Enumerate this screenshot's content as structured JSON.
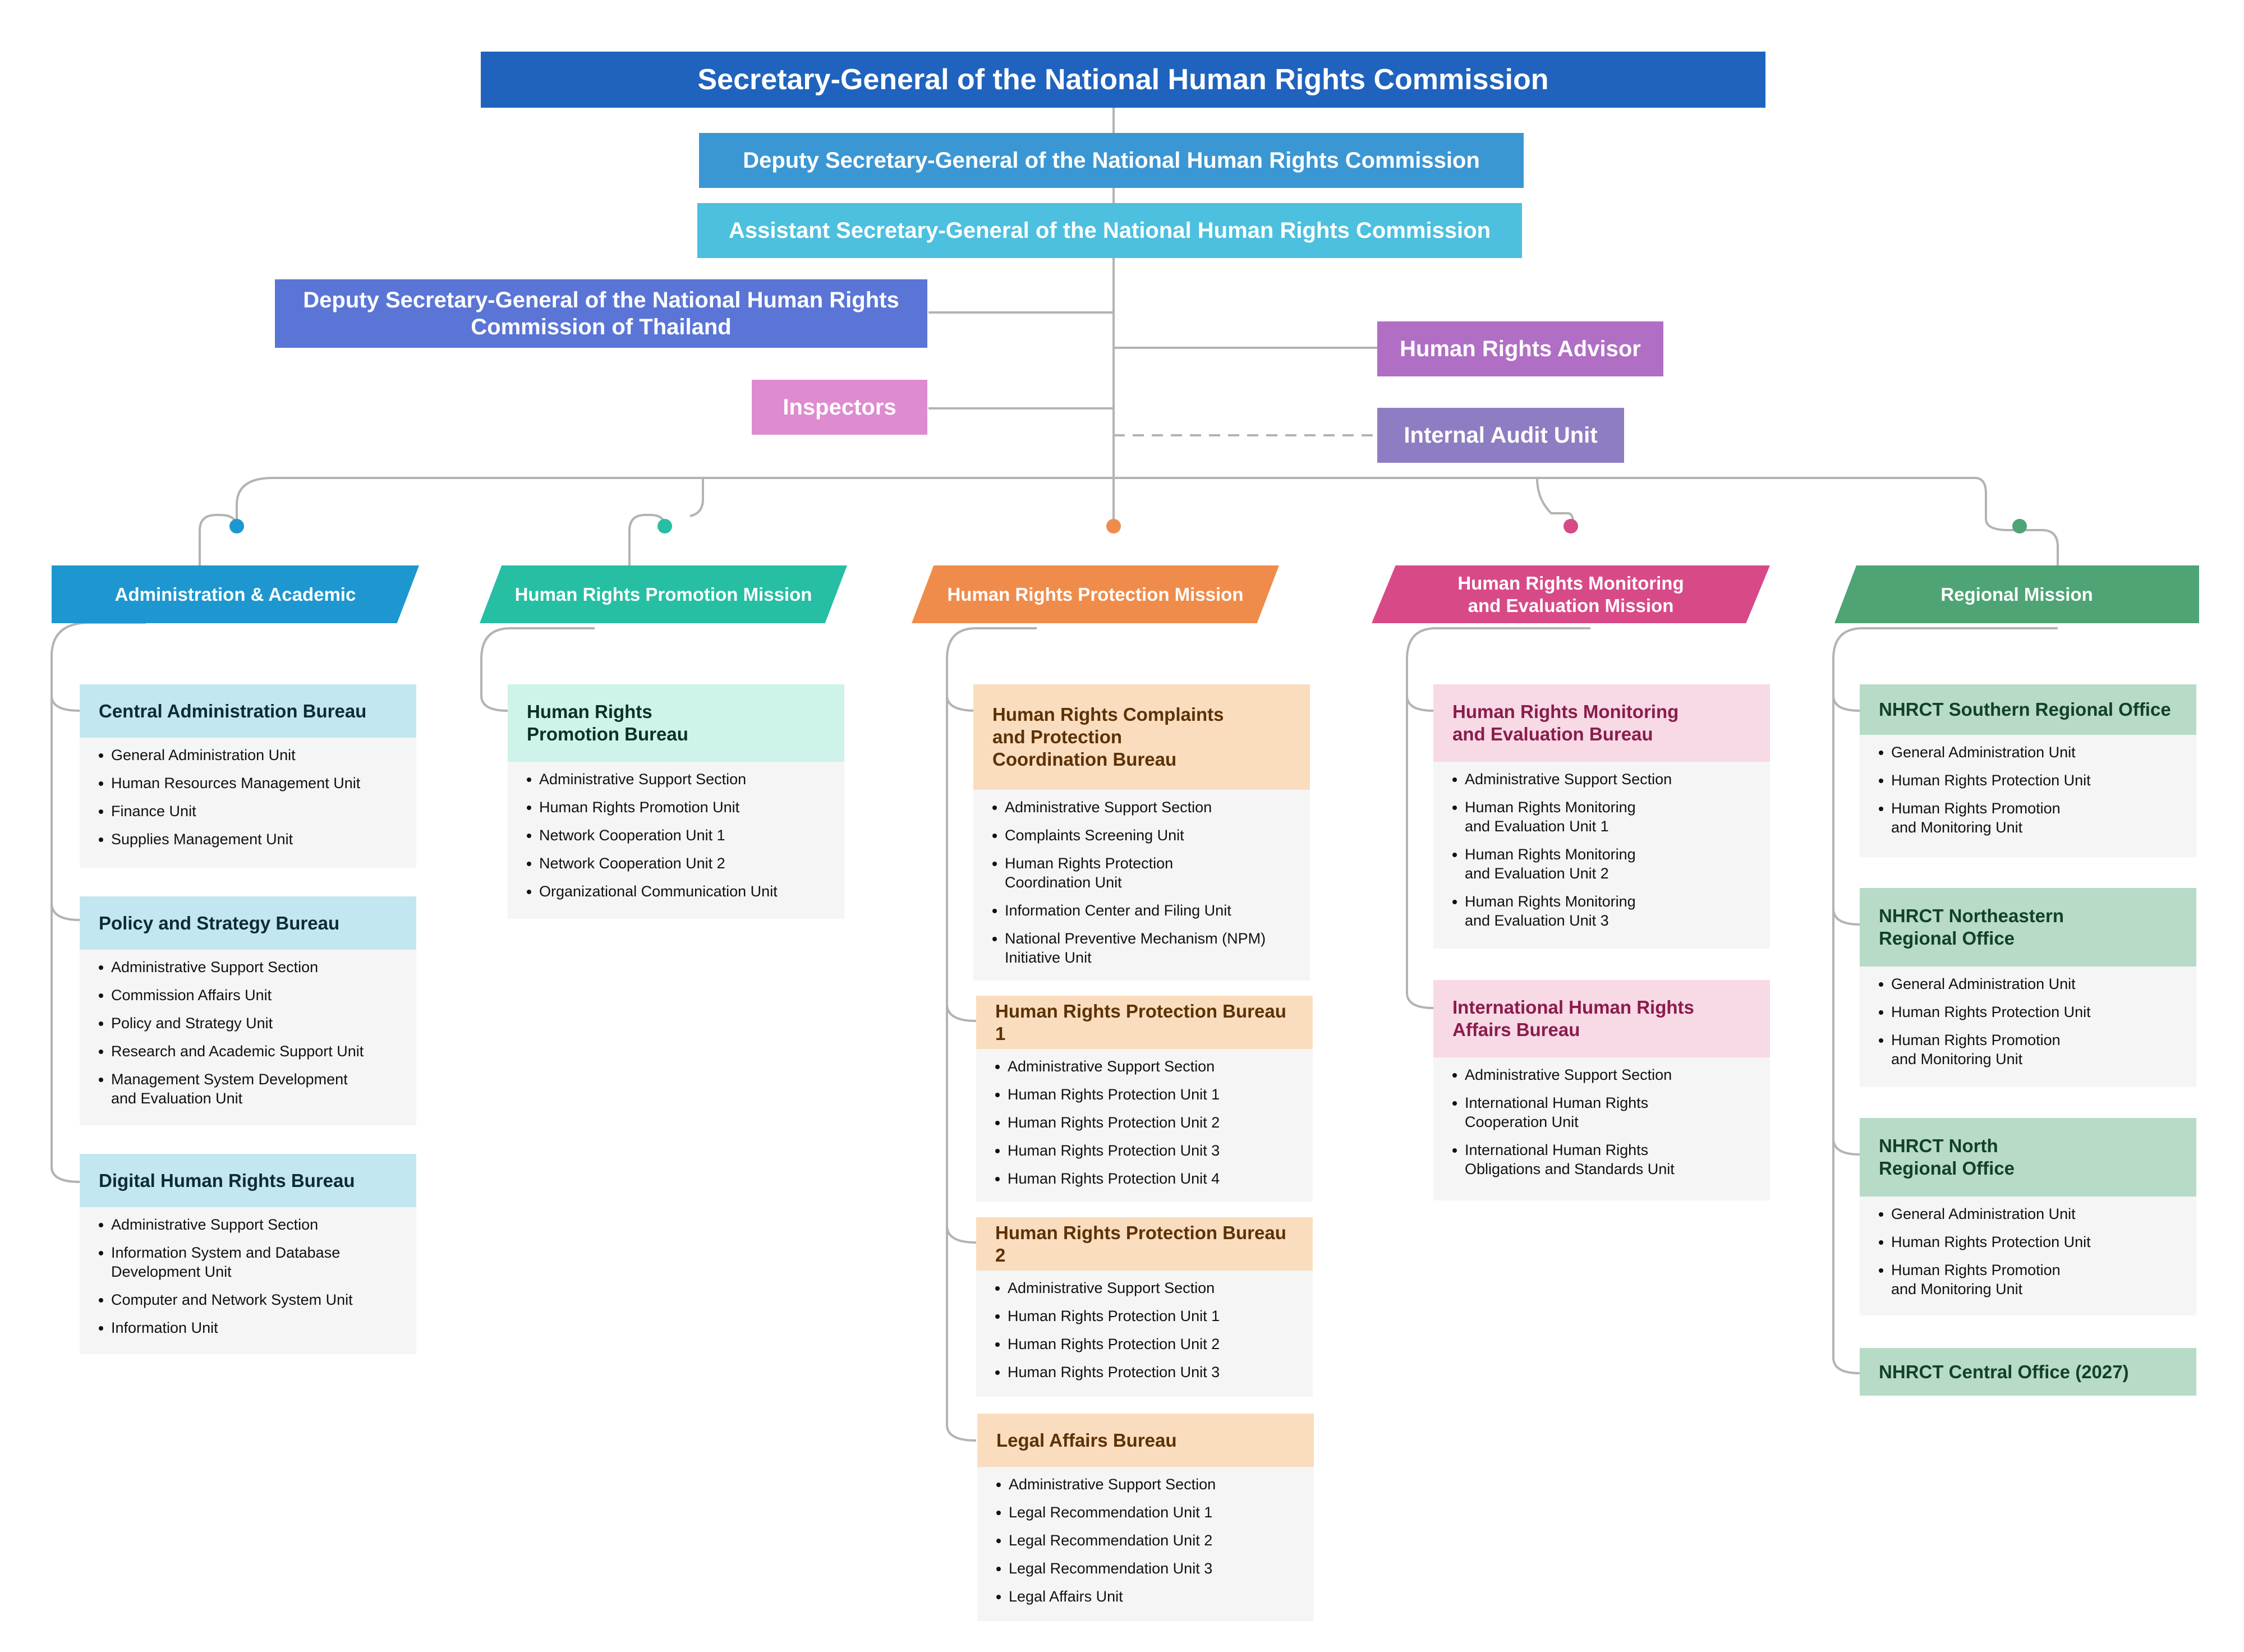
{
  "top": {
    "secretary_general": "Secretary-General of the National Human Rights Commission",
    "deputy_sg": "Deputy Secretary-General of the National Human Rights Commission",
    "assistant_sg": "Assistant Secretary-General of the National Human Rights Commission",
    "deputy_sg_thailand": "Deputy Secretary-General of the National Human Rights\nCommission of Thailand",
    "inspectors": "Inspectors",
    "advisor": "Human Rights Advisor",
    "internal_audit": "Internal Audit Unit"
  },
  "colors": {
    "secretary_general": "#1f63be",
    "deputy_sg": "#3b97d3",
    "assistant_sg": "#4cc0de",
    "deputy_sg_thailand": "#5a75d6",
    "inspectors": "#de8bcf",
    "advisor": "#b06ec4",
    "internal_audit": "#8f7dc3",
    "connector": "#b3b3b3"
  },
  "missions": [
    {
      "label": "Administration & Academic",
      "color": "#1e97d0",
      "bureau_bg": "#c2e7f0",
      "bureau_text": "#0e2a38",
      "bureaus": [
        {
          "name": "Central Administration Bureau",
          "units": [
            "General Administration Unit",
            "Human Resources Management Unit",
            "Finance Unit",
            "Supplies Management Unit"
          ]
        },
        {
          "name": "Policy and Strategy Bureau",
          "units": [
            "Administrative Support Section",
            "Commission Affairs Unit",
            "Policy and Strategy Unit",
            "Research and Academic Support Unit",
            "Management System Development\nand Evaluation Unit"
          ]
        },
        {
          "name": "Digital Human Rights Bureau",
          "units": [
            "Administrative Support Section",
            "Information System and Database\nDevelopment Unit",
            "Computer and Network System Unit",
            "Information Unit"
          ]
        }
      ]
    },
    {
      "label": "Human Rights Promotion Mission",
      "color": "#26bfa3",
      "bureau_bg": "#cdf3ea",
      "bureau_text": "#0d2f28",
      "bureaus": [
        {
          "name": "Human Rights\nPromotion Bureau",
          "units": [
            "Administrative Support Section",
            "Human Rights Promotion Unit",
            "Network Cooperation Unit 1",
            "Network Cooperation Unit 2",
            "Organizational Communication Unit"
          ]
        }
      ]
    },
    {
      "label": "Human Rights Protection Mission",
      "color": "#f08c4b",
      "bureau_bg": "#f9ddbe",
      "bureau_text": "#5e3105",
      "bureaus": [
        {
          "name": "Human Rights Complaints\nand Protection\nCoordination Bureau",
          "units": [
            "Administrative Support Section",
            "Complaints Screening Unit",
            "Human Rights Protection\nCoordination Unit",
            "Information Center and Filing Unit",
            "National Preventive Mechanism (NPM)\nInitiative Unit"
          ]
        },
        {
          "name": "Human Rights Protection Bureau 1",
          "units": [
            "Administrative Support Section",
            "Human Rights Protection Unit 1",
            "Human Rights Protection Unit 2",
            "Human Rights Protection Unit 3",
            "Human Rights Protection Unit 4"
          ]
        },
        {
          "name": "Human Rights Protection Bureau 2",
          "units": [
            "Administrative Support Section",
            "Human Rights Protection Unit 1",
            "Human Rights Protection Unit 2",
            "Human Rights Protection Unit 3"
          ]
        },
        {
          "name": "Legal Affairs Bureau",
          "units": [
            "Administrative Support Section",
            "Legal Recommendation Unit 1",
            "Legal Recommendation Unit 2",
            "Legal Recommendation Unit 3",
            "Legal Affairs Unit"
          ]
        }
      ]
    },
    {
      "label": "Human Rights Monitoring\nand Evaluation Mission",
      "color": "#d84a87",
      "bureau_bg": "#f8d9e6",
      "bureau_text": "#8a1c4c",
      "bureaus": [
        {
          "name": "Human Rights Monitoring\nand Evaluation Bureau",
          "units": [
            "Administrative Support Section",
            "Human Rights Monitoring\nand Evaluation Unit 1",
            "Human Rights Monitoring\nand Evaluation Unit 2",
            "Human Rights Monitoring\nand Evaluation Unit 3"
          ]
        },
        {
          "name": "International Human Rights\nAffairs Bureau",
          "units": [
            "Administrative Support Section",
            "International Human Rights\nCooperation Unit",
            "International Human Rights\nObligations and Standards Unit"
          ]
        }
      ]
    },
    {
      "label": "Regional Mission",
      "color": "#4fa476",
      "bureau_bg": "#b7dbc6",
      "bureau_text": "#12412b",
      "bureaus": [
        {
          "name": "NHRCT Southern Regional Office",
          "units": [
            "General Administration Unit",
            "Human Rights Protection Unit",
            "Human Rights Promotion\nand Monitoring Unit"
          ]
        },
        {
          "name": "NHRCT Northeastern\nRegional Office",
          "units": [
            "General Administration Unit",
            "Human Rights Protection Unit",
            "Human Rights Promotion\nand Monitoring Unit"
          ]
        },
        {
          "name": "NHRCT North\nRegional Office",
          "units": [
            "General Administration Unit",
            "Human Rights Protection Unit",
            "Human Rights Promotion\nand Monitoring Unit"
          ]
        },
        {
          "name": "NHRCT Central Office (2027)",
          "units": []
        }
      ]
    }
  ]
}
